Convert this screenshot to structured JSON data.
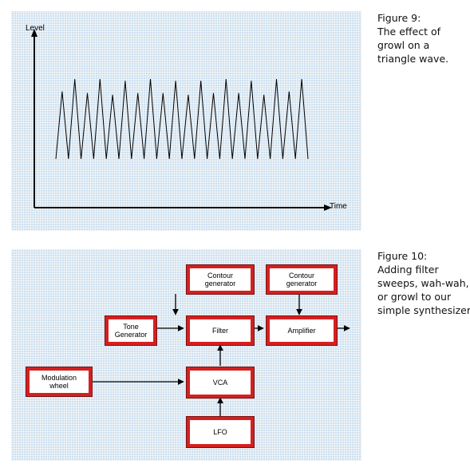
{
  "figure9": {
    "caption_lines": [
      "Figure 9:",
      "The effect of",
      "growl on a",
      "triangle wave."
    ],
    "y_axis_label": "Level",
    "x_axis_label": "Time"
  },
  "chart_data": {
    "type": "line",
    "title": "",
    "xlabel": "Time",
    "ylabel": "Level",
    "grid": false,
    "series": [
      {
        "waveform": "triangle",
        "cycles": 20,
        "level_min": 0,
        "level_max": 1,
        "peak_levels": [
          0.82,
          0.97,
          0.8,
          0.97,
          0.78,
          0.95,
          0.8,
          0.97,
          0.8,
          0.95,
          0.78,
          0.95,
          0.8,
          0.97,
          0.8,
          0.95,
          0.78,
          0.97,
          0.82,
          0.97
        ],
        "trough_levels": [
          0.0,
          0.0,
          0.0,
          0.0,
          0.0,
          0.0,
          0.0,
          0.0,
          0.0,
          0.0,
          0.0,
          0.0,
          0.0,
          0.0,
          0.0,
          0.0,
          0.0,
          0.0,
          0.0,
          0.0
        ]
      }
    ]
  },
  "figure10": {
    "caption_lines": [
      "Figure 10:",
      "Adding filter",
      "sweeps, wah-wah,",
      "or growl to our",
      "simple synthesizer."
    ],
    "blocks": {
      "contour1": [
        "Contour",
        "generator"
      ],
      "contour2": [
        "Contour",
        "generator"
      ],
      "tone": [
        "Tone",
        "Generator"
      ],
      "filter": [
        "Filter"
      ],
      "amplifier": [
        "Amplifier"
      ],
      "modwheel": [
        "Modulation",
        "wheel"
      ],
      "vca": [
        "VCA"
      ],
      "lfo": [
        "LFO"
      ]
    }
  },
  "colors": {
    "panel_background": "#cfe0ee",
    "block_border": "#d42020",
    "line": "#000000"
  }
}
